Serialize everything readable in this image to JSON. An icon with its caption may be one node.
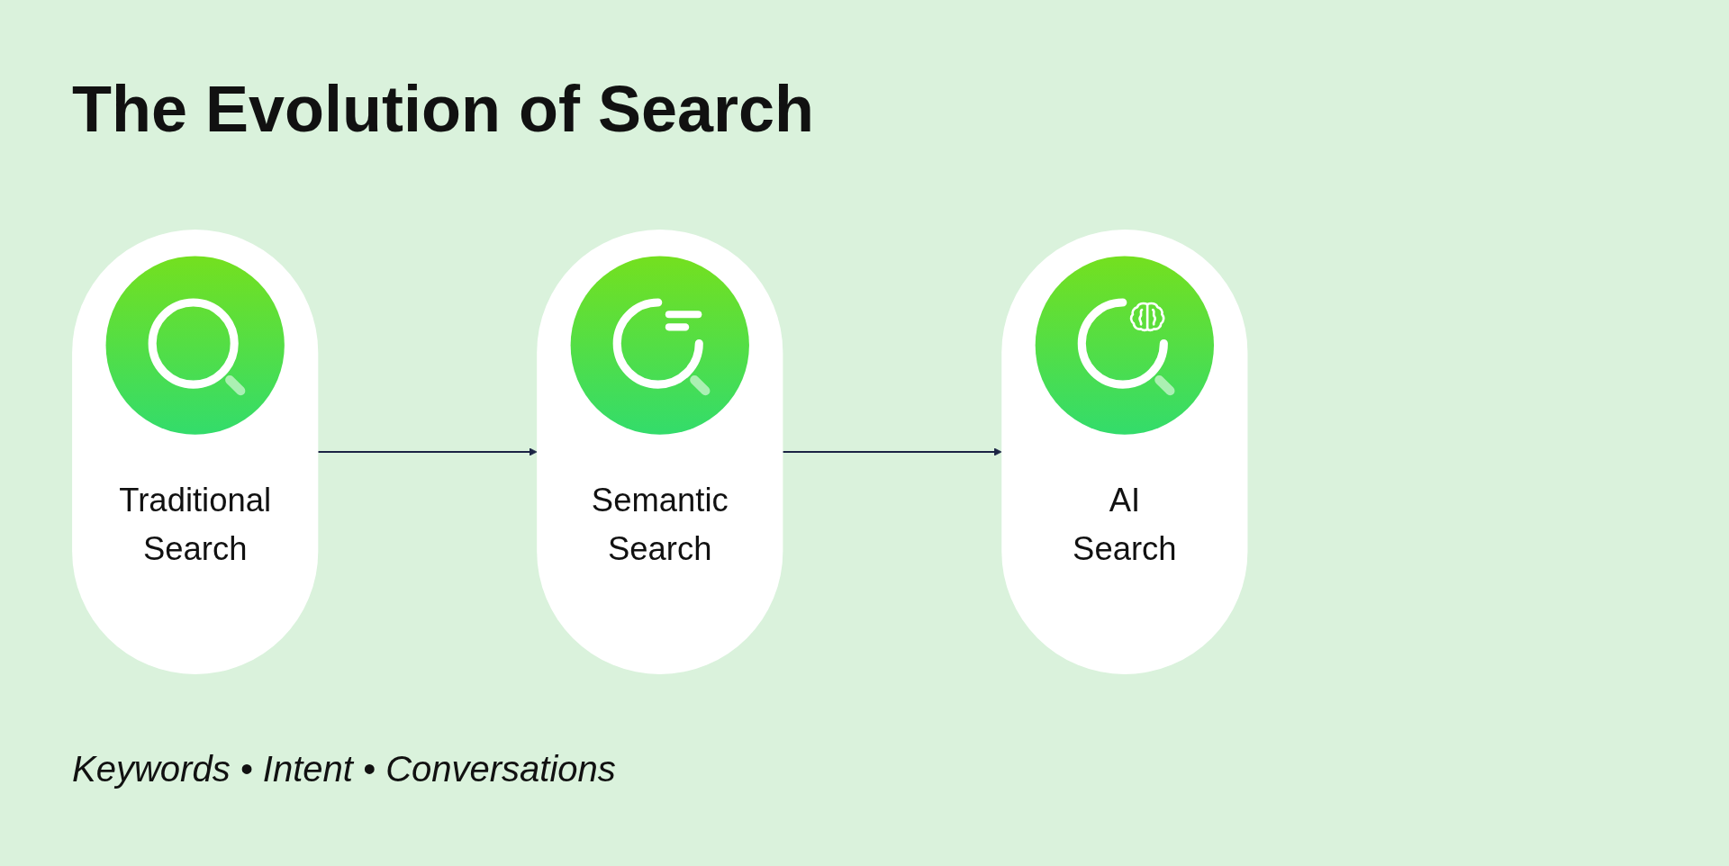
{
  "diagram": {
    "title": "The Evolution of Search",
    "nodes": [
      {
        "text": [
          "Traditional Search"
        ]
      },
      {
        "text": [
          "Semantic Search"
        ]
      },
      {
        "text": [
          "AI Search"
        ]
      }
    ],
    "edges": [
      {
        "from": 0,
        "to": 1,
        "arrow": "to"
      },
      {
        "from": 1,
        "to": 2,
        "arrow": "to"
      }
    ],
    "caption": "Keywords • Intent • Conversations"
  }
}
